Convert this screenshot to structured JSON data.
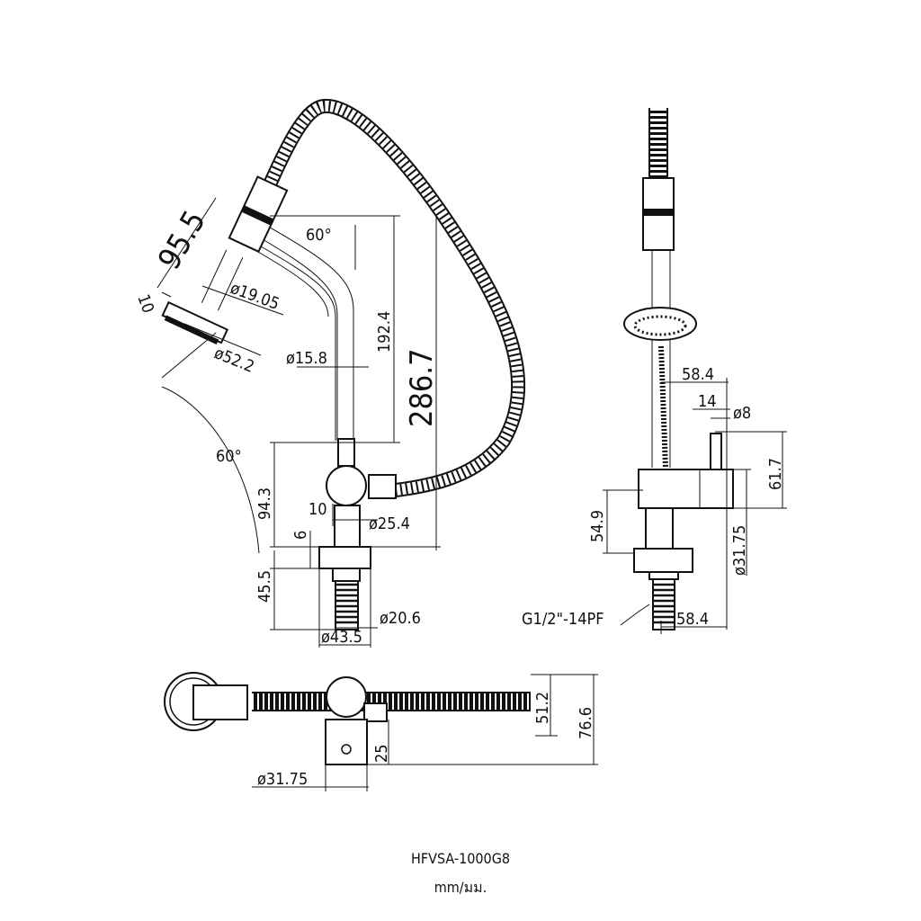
{
  "drawing": {
    "model": "HFVSA-1000G8",
    "units": "mm/มม.",
    "front_view": {
      "head_length": "95.5",
      "head_thickness": "10",
      "head_neck_dia": "ø19.05",
      "head_dia": "ø52.2",
      "top_angle": "60°",
      "spout_height": "192.4",
      "hose_height": "286.7",
      "pipe_dia": "ø15.8",
      "swing_angle": "60°",
      "body_height": "94.3",
      "body_offset": "10",
      "connector_dia": "ø25.4",
      "flange_thickness": "6",
      "thread_length": "45.5",
      "thread_dia": "ø20.6",
      "flange_dia": "ø43.5"
    },
    "side_view": {
      "depth": "58.4",
      "post_offset": "14",
      "post_dia": "ø8",
      "post_height": "61.7",
      "lower_height": "54.9",
      "body_dia": "ø31.75",
      "thread_spec": "G1/2\"-14PF",
      "base_depth": "58.4"
    },
    "top_view": {
      "width": "51.2",
      "total_width": "76.6",
      "block_height": "25",
      "body_dia": "ø31.75"
    }
  }
}
